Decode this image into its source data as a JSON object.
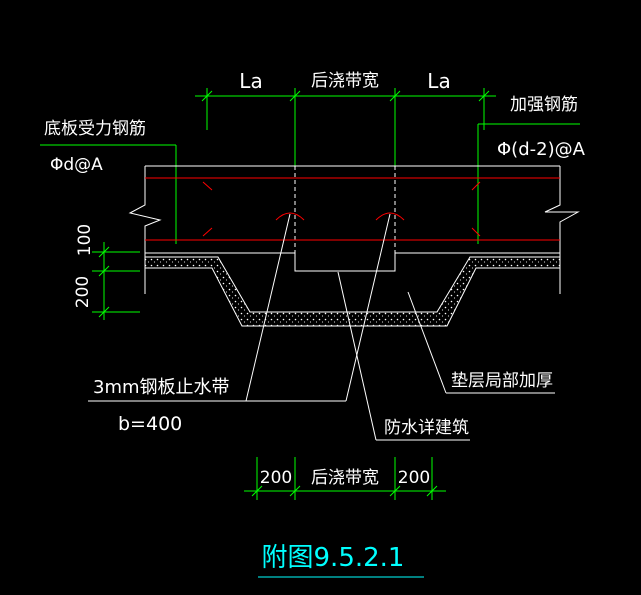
{
  "colors": {
    "background": "#000000",
    "dimension": "#00ff00",
    "rebar": "#ff0000",
    "outline": "#ffffff",
    "caption": "#00ffff"
  },
  "labels": {
    "la_left": "La",
    "post_cast_width_top": "后浇带宽",
    "la_right": "La",
    "bottom_rebar": "底板受力钢筋",
    "bottom_rebar_spec": "Φd@A",
    "reinforce_rebar": "加强钢筋",
    "reinforce_rebar_spec": "Φ(d-2)@A",
    "dim_100": "100",
    "dim_200_vertical": "200",
    "waterstop": "3mm钢板止水带",
    "waterstop_width": "b=400",
    "cushion_thicken": "垫层局部加厚",
    "waterproof": "防水详建筑",
    "dim_200_left": "200",
    "post_cast_width_bottom": "后浇带宽",
    "dim_200_right": "200",
    "caption": "附图9.5.2.1"
  }
}
